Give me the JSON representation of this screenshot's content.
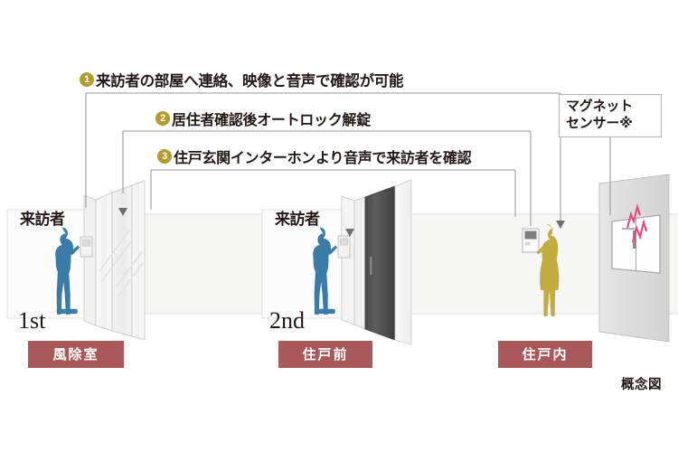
{
  "diagram": {
    "title_note": "概念図",
    "colors": {
      "badge_number": "#b49b2e",
      "zone_badge": "#a9595c",
      "visitor_figure": "#3a7ca8",
      "resident_figure": "#c2ac3f",
      "sensor_signal": "#e8467e",
      "line": "#9a9a9a",
      "room_fill": "#f6f6f5"
    },
    "callouts": [
      {
        "number": "❶",
        "num_text": "1",
        "text": "来訪者の部屋へ連絡、映像と音声で確認が可能"
      },
      {
        "number": "❷",
        "num_text": "2",
        "text": "居住者確認後オートロック解錠"
      },
      {
        "number": "❸",
        "num_text": "3",
        "text": "住戸玄関インターホンより音声で来訪者を確認"
      }
    ],
    "magnet_sensor": {
      "line1": "マグネット",
      "line2": "センサー※"
    },
    "scenes": [
      {
        "id": "entrance-vestibule",
        "visitor_label": "来訪者",
        "ordinal": "1st",
        "zone": "風除室"
      },
      {
        "id": "dwelling-entrance",
        "visitor_label": "来訪者",
        "ordinal": "2nd",
        "zone": "住戸前"
      },
      {
        "id": "inside-dwelling",
        "zone": "住戸内"
      }
    ]
  }
}
